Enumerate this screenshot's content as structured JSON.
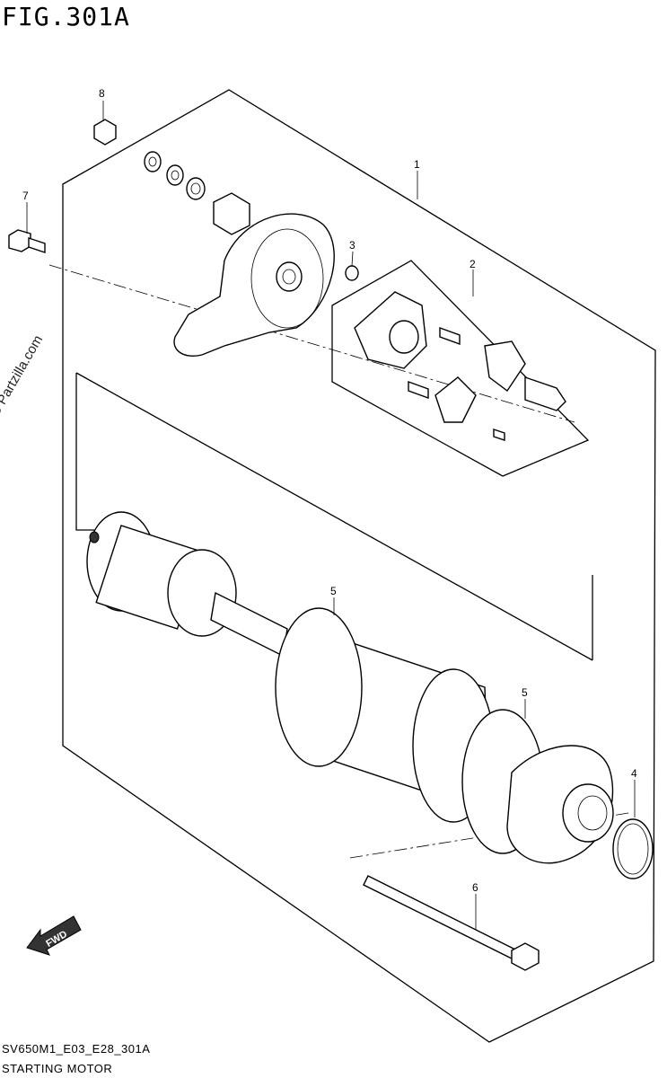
{
  "figure": {
    "title": "FIG.301A",
    "code": "SV650M1_E03_E28_301A",
    "name": "STARTING MOTOR",
    "watermark": "© Partzilla.com",
    "fwd_label": "FWD"
  },
  "callouts": [
    {
      "id": "1",
      "label": "1"
    },
    {
      "id": "2",
      "label": "2"
    },
    {
      "id": "3",
      "label": "3"
    },
    {
      "id": "4",
      "label": "4"
    },
    {
      "id": "5a",
      "label": "5"
    },
    {
      "id": "5b",
      "label": "5"
    },
    {
      "id": "6",
      "label": "6"
    },
    {
      "id": "7",
      "label": "7"
    },
    {
      "id": "8",
      "label": "8"
    }
  ]
}
